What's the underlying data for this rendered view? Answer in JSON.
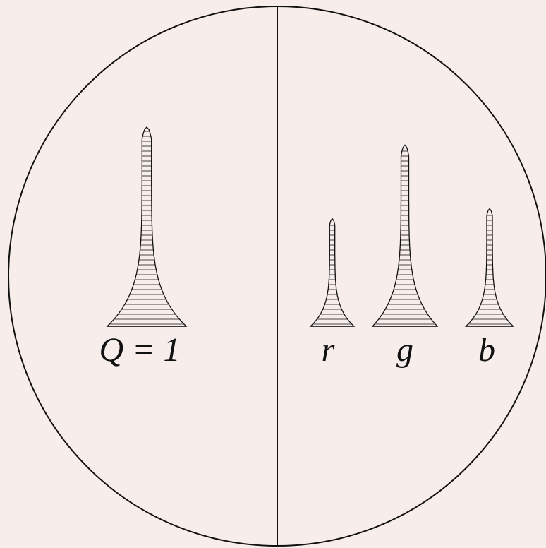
{
  "colors": {
    "background": "#f7eeeb",
    "ink": "#111111"
  },
  "left_panel": {
    "label": "Q = 1",
    "peak": {
      "height": 1.0,
      "width": 1.0
    }
  },
  "right_panel": {
    "peaks": [
      {
        "label": "r",
        "height": 0.54,
        "width": 0.55
      },
      {
        "label": "g",
        "height": 0.91,
        "width": 0.82
      },
      {
        "label": "b",
        "height": 0.59,
        "width": 0.6
      }
    ]
  }
}
